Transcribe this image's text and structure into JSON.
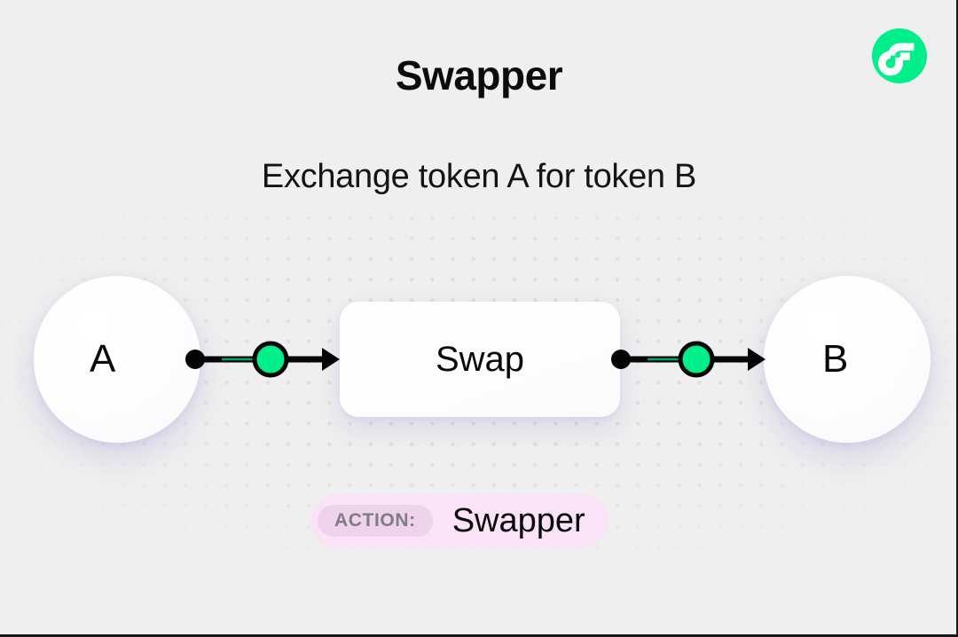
{
  "header": {
    "title": "Swapper",
    "subtitle": "Exchange token A for token B",
    "logo_icon": "flow-logo-icon"
  },
  "diagram": {
    "input_node": {
      "label": "A",
      "name": "token-a"
    },
    "process_node": {
      "label": "Swap",
      "name": "swap-step"
    },
    "output_node": {
      "label": "B",
      "name": "token-b"
    },
    "connectors": [
      {
        "name": "connector-left",
        "from": "A",
        "to": "Swap",
        "marker": "arrow-right-icon"
      },
      {
        "name": "connector-right",
        "from": "Swap",
        "to": "B",
        "marker": "arrow-right-icon"
      }
    ]
  },
  "action_badge": {
    "chip_label": "ACTION:",
    "value": "Swapper"
  },
  "colors": {
    "accent_green": "#00EF8B",
    "background": "#EFEFEF",
    "dot_grid": "#DCDCDC",
    "badge_background": "#FBE3F7",
    "badge_chip_background": "#EFD2EC",
    "badge_chip_text": "#7D7D83",
    "node_stroke": "#000000",
    "text": "#0A0A0A"
  }
}
